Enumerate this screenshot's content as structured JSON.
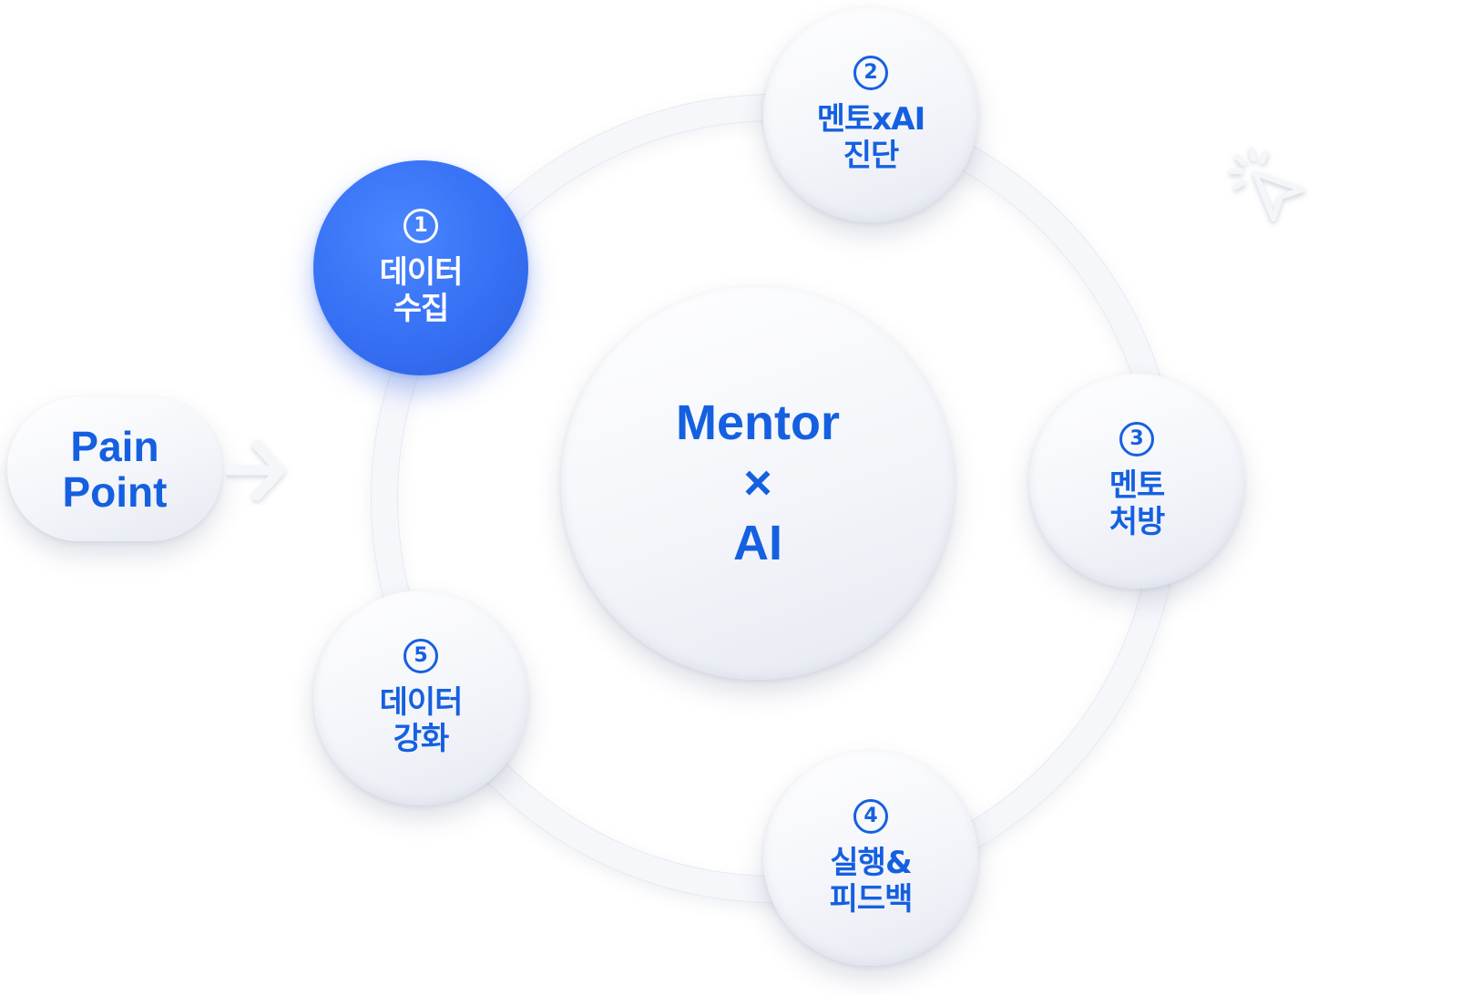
{
  "pain_point": {
    "line1": "Pain",
    "line2": "Point"
  },
  "center": {
    "line1": "Mentor",
    "line2": "×",
    "line3": "AI"
  },
  "steps": [
    {
      "num": "1",
      "line1": "데이터",
      "line2": "수집",
      "active": true
    },
    {
      "num": "2",
      "line1": "멘토xAI",
      "line2": "진단",
      "active": false
    },
    {
      "num": "3",
      "line1": "멘토",
      "line2": "처방",
      "active": false
    },
    {
      "num": "4",
      "line1": "실행&",
      "line2": "피드백",
      "active": false
    },
    {
      "num": "5",
      "line1": "데이터",
      "line2": "강화",
      "active": false
    }
  ],
  "colors": {
    "accent": "#1560e0",
    "active_fill": "#3670f4",
    "bubble": "#f3f5fa"
  }
}
